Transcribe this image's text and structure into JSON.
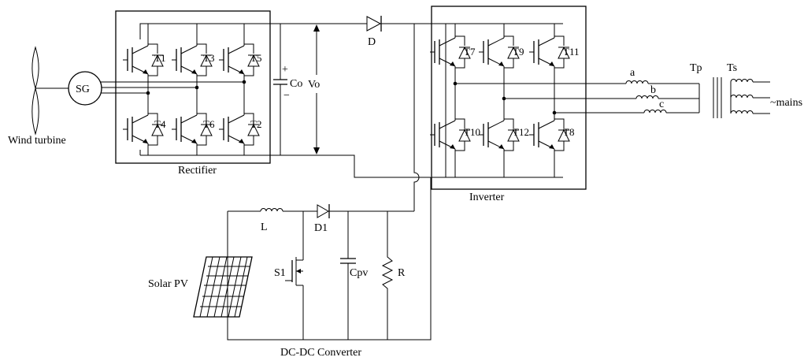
{
  "labels": {
    "wind_turbine": "Wind turbine",
    "sg": "SG",
    "rectifier": "Rectifier",
    "co": "Co",
    "vo": "Vo",
    "plus": "+",
    "minus": "−",
    "d": "D",
    "inverter": "Inverter",
    "tp": "Tp",
    "ts": "Ts",
    "mains": "~mains",
    "phase_a": "a",
    "phase_b": "b",
    "phase_c": "c",
    "l": "L",
    "d1": "D1",
    "s1": "S1",
    "cpv": "Cpv",
    "r": "R",
    "solar_pv": "Solar PV",
    "dc_dc_converter": "DC-DC Converter"
  },
  "rectifier_switches": [
    "T1",
    "T3",
    "T5",
    "T4",
    "T6",
    "T2"
  ],
  "inverter_switches": [
    "T7",
    "T9",
    "T11",
    "T10",
    "T12",
    "T8"
  ]
}
